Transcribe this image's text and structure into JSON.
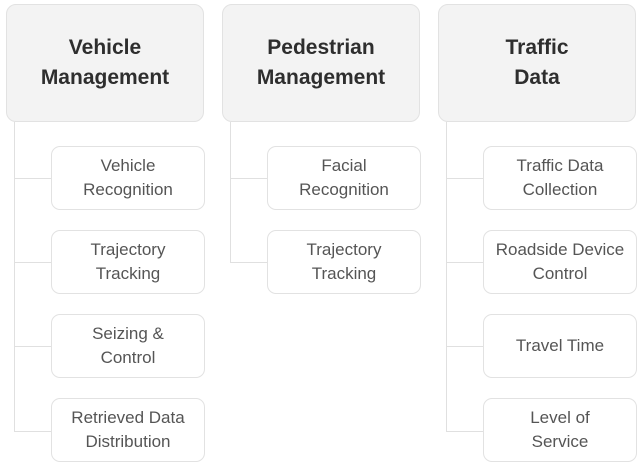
{
  "columns": [
    {
      "title": [
        "Vehicle",
        "Management"
      ],
      "items": [
        [
          "Vehicle",
          "Recognition"
        ],
        [
          "Trajectory",
          "Tracking"
        ],
        [
          "Seizing &",
          "Control"
        ],
        [
          "Retrieved Data",
          "Distribution"
        ]
      ]
    },
    {
      "title": [
        "Pedestrian",
        "Management"
      ],
      "items": [
        [
          "Facial",
          "Recognition"
        ],
        [
          "Trajectory",
          "Tracking"
        ]
      ]
    },
    {
      "title": [
        "Traffic",
        "Data"
      ],
      "items": [
        [
          "Traffic Data",
          "Collection"
        ],
        [
          "Roadside Device",
          "Control"
        ],
        [
          "Travel Time"
        ],
        [
          "Level of",
          "Service"
        ]
      ]
    }
  ]
}
